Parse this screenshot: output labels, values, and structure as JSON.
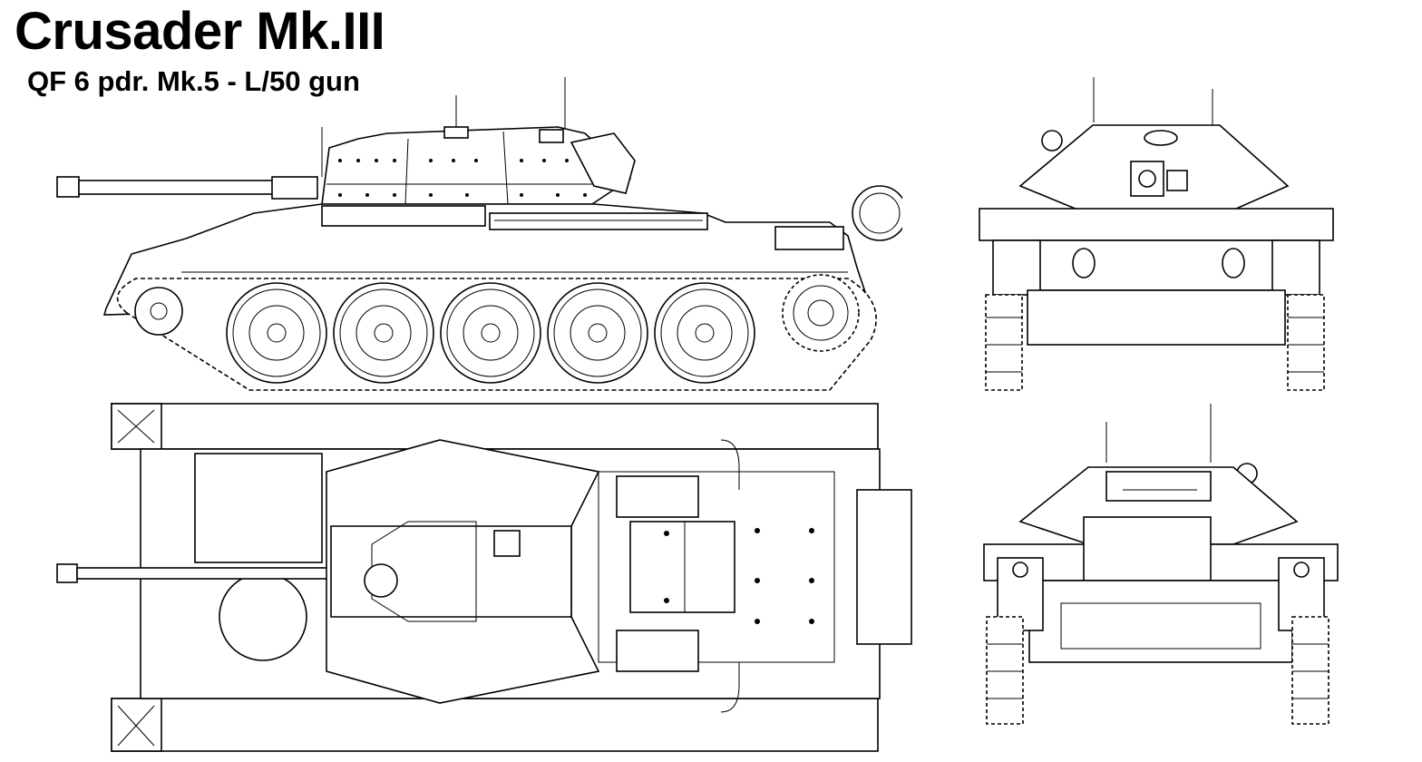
{
  "header": {
    "title": "Crusader Mk.III",
    "subtitle": "QF 6 pdr. Mk.5 - L/50 gun"
  },
  "views": {
    "side": "side-view",
    "top": "top-view",
    "front": "front-view",
    "rear": "rear-view"
  },
  "colors": {
    "line": "#000000",
    "paper": "#ffffff"
  }
}
